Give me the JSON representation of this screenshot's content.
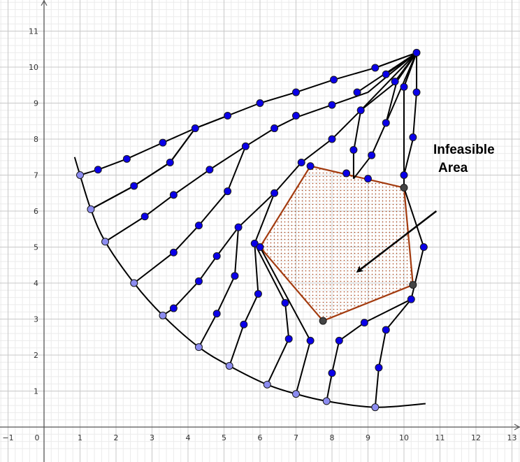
{
  "axes": {
    "x_ticks": [
      -1,
      0,
      1,
      2,
      3,
      4,
      5,
      6,
      7,
      8,
      9,
      10,
      11,
      12,
      13
    ],
    "y_ticks": [
      1,
      2,
      3,
      4,
      5,
      6,
      7,
      8,
      9,
      10,
      11
    ],
    "xlim": [
      -1.2,
      13.2
    ],
    "ylim": [
      -0.6,
      11.8
    ],
    "grid": true,
    "minor_per_unit": 5
  },
  "colors": {
    "grid_major": "#c8c8c8",
    "grid_minor": "#ebebeb",
    "axis": "#555555",
    "edge": "#000000",
    "node_blue": "#0a00e8",
    "node_light": "#8c8cf0",
    "node_dark": "#444444",
    "region_edge": "#a33b0f",
    "region_dots": "#a33b0f"
  },
  "annotation": {
    "line1": "Infeasible",
    "line2": "Area",
    "arrow_from": [
      10.9,
      6.0
    ],
    "arrow_to": [
      8.75,
      4.35
    ]
  },
  "chart_data": {
    "type": "diagram",
    "infeasible_polygon": [
      [
        7.4,
        7.25
      ],
      [
        10.0,
        6.65
      ],
      [
        10.25,
        3.95
      ],
      [
        7.75,
        2.95
      ],
      [
        6.0,
        5.0
      ]
    ],
    "outer_arc": [
      [
        0.85,
        7.5
      ],
      [
        1.0,
        7.0
      ],
      [
        1.3,
        6.05
      ],
      [
        1.7,
        5.15
      ],
      [
        2.5,
        4.0
      ],
      [
        3.3,
        3.1
      ],
      [
        4.3,
        2.22
      ],
      [
        5.15,
        1.7
      ],
      [
        6.2,
        1.18
      ],
      [
        7.0,
        0.92
      ],
      [
        7.85,
        0.72
      ],
      [
        9.2,
        0.55
      ],
      [
        10.6,
        0.65
      ]
    ],
    "apex": [
      10.35,
      10.4
    ],
    "paths": [
      [
        [
          1.0,
          7.0
        ],
        [
          1.5,
          7.15
        ],
        [
          2.3,
          7.45
        ],
        [
          3.3,
          7.9
        ],
        [
          4.2,
          8.3
        ],
        [
          5.1,
          8.65
        ],
        [
          6.0,
          9.0
        ],
        [
          7.0,
          9.3
        ],
        [
          8.05,
          9.65
        ],
        [
          9.2,
          9.98
        ],
        [
          10.35,
          10.4
        ]
      ],
      [
        [
          1.3,
          6.05
        ],
        [
          2.5,
          6.7
        ],
        [
          3.5,
          7.35
        ],
        [
          4.2,
          8.3
        ]
      ],
      [
        [
          1.3,
          6.05
        ],
        [
          2.5,
          6.7
        ],
        [
          3.5,
          7.35
        ],
        [
          4.2,
          8.3
        ]
      ],
      [
        [
          1.3,
          6.05
        ],
        [
          2.5,
          6.7
        ],
        [
          3.5,
          7.35
        ],
        [
          4.2,
          8.3
        ],
        [
          5.1,
          8.65
        ]
      ],
      [
        [
          1.7,
          5.15
        ],
        [
          2.8,
          5.85
        ],
        [
          3.6,
          6.45
        ],
        [
          4.6,
          7.15
        ],
        [
          5.6,
          7.8
        ],
        [
          6.4,
          8.3
        ],
        [
          7.0,
          8.6
        ],
        [
          8.0,
          8.95
        ],
        [
          9.0,
          9.3
        ],
        [
          9.6,
          9.8
        ],
        [
          10.35,
          10.4
        ]
      ],
      [
        [
          2.5,
          4.0
        ],
        [
          3.6,
          4.85
        ],
        [
          4.3,
          5.6
        ],
        [
          5.1,
          6.55
        ],
        [
          5.6,
          7.8
        ]
      ],
      [
        [
          3.3,
          3.1
        ],
        [
          3.6,
          3.3
        ],
        [
          4.3,
          4.05
        ],
        [
          4.8,
          4.75
        ],
        [
          5.4,
          5.55
        ],
        [
          6.4,
          6.5
        ],
        [
          7.15,
          7.35
        ],
        [
          8.0,
          8.0
        ],
        [
          8.8,
          8.8
        ],
        [
          9.8,
          9.6
        ],
        [
          10.35,
          10.4
        ]
      ],
      [
        [
          4.3,
          2.22
        ],
        [
          4.8,
          3.15
        ],
        [
          5.3,
          4.2
        ],
        [
          5.4,
          5.55
        ]
      ],
      [
        [
          5.15,
          1.7
        ],
        [
          5.55,
          2.85
        ],
        [
          5.95,
          3.7
        ],
        [
          5.85,
          5.1
        ],
        [
          6.4,
          6.5
        ]
      ],
      [
        [
          6.2,
          1.18
        ],
        [
          6.8,
          2.45
        ],
        [
          6.7,
          3.45
        ],
        [
          5.85,
          5.1
        ]
      ],
      [
        [
          7.0,
          0.92
        ],
        [
          7.4,
          2.4
        ],
        [
          6.0,
          5.0
        ]
      ],
      [
        [
          7.85,
          0.72
        ],
        [
          8.0,
          1.5
        ],
        [
          8.2,
          2.4
        ],
        [
          8.9,
          2.9
        ],
        [
          10.2,
          3.55
        ]
      ],
      [
        [
          9.2,
          0.55
        ],
        [
          9.3,
          1.65
        ],
        [
          9.5,
          2.7
        ],
        [
          10.2,
          3.55
        ]
      ],
      [
        [
          10.2,
          3.55
        ],
        [
          10.55,
          5.0
        ],
        [
          10.0,
          6.65
        ]
      ],
      [
        [
          10.0,
          7.0
        ],
        [
          10.25,
          8.0
        ],
        [
          10.35,
          9.3
        ],
        [
          10.35,
          10.4
        ]
      ],
      [
        [
          10.0,
          7.0
        ],
        [
          10.0,
          9.45
        ],
        [
          10.35,
          10.4
        ]
      ],
      [
        [
          8.6,
          6.9
        ],
        [
          8.6,
          7.65
        ],
        [
          8.8,
          8.8
        ]
      ],
      [
        [
          9.1,
          7.55
        ],
        [
          9.5,
          8.45
        ],
        [
          9.8,
          9.6
        ]
      ],
      [
        [
          8.6,
          6.9
        ],
        [
          9.1,
          7.55
        ]
      ],
      [
        [
          10.0,
          6.65
        ],
        [
          10.0,
          7.0
        ]
      ]
    ],
    "nodes_blue": [
      [
        1.5,
        7.15
      ],
      [
        2.3,
        7.45
      ],
      [
        3.3,
        7.9
      ],
      [
        4.2,
        8.3
      ],
      [
        5.1,
        8.65
      ],
      [
        6.0,
        9.0
      ],
      [
        7.0,
        9.3
      ],
      [
        8.05,
        9.65
      ],
      [
        9.2,
        9.98
      ],
      [
        9.5,
        9.8
      ],
      [
        9.75,
        9.6
      ],
      [
        10.35,
        10.4
      ],
      [
        8.7,
        9.3
      ],
      [
        10.0,
        9.45
      ],
      [
        10.35,
        9.3
      ],
      [
        8.8,
        8.8
      ],
      [
        9.5,
        8.45
      ],
      [
        10.25,
        8.05
      ],
      [
        8.6,
        7.7
      ],
      [
        9.1,
        7.55
      ],
      [
        10.0,
        7.0
      ],
      [
        8.0,
        8.0
      ],
      [
        7.0,
        8.65
      ],
      [
        8.0,
        8.95
      ],
      [
        6.4,
        8.3
      ],
      [
        5.6,
        7.8
      ],
      [
        4.6,
        7.15
      ],
      [
        3.5,
        7.35
      ],
      [
        2.5,
        6.7
      ],
      [
        2.8,
        5.85
      ],
      [
        3.6,
        6.45
      ],
      [
        7.15,
        7.35
      ],
      [
        6.4,
        6.5
      ],
      [
        5.1,
        6.55
      ],
      [
        4.3,
        5.6
      ],
      [
        5.4,
        5.55
      ],
      [
        3.6,
        4.85
      ],
      [
        4.8,
        4.75
      ],
      [
        5.85,
        5.1
      ],
      [
        6.0,
        5.0
      ],
      [
        4.3,
        4.05
      ],
      [
        5.3,
        4.2
      ],
      [
        5.95,
        3.7
      ],
      [
        3.6,
        3.3
      ],
      [
        4.8,
        3.15
      ],
      [
        6.7,
        3.45
      ],
      [
        5.55,
        2.85
      ],
      [
        6.8,
        2.45
      ],
      [
        7.4,
        2.4
      ],
      [
        8.2,
        2.4
      ],
      [
        8.9,
        2.9
      ],
      [
        9.5,
        2.7
      ],
      [
        9.3,
        1.65
      ],
      [
        8.0,
        1.5
      ],
      [
        10.2,
        3.55
      ],
      [
        10.55,
        5.0
      ],
      [
        7.4,
        7.25
      ],
      [
        8.4,
        7.05
      ],
      [
        9.0,
        6.9
      ]
    ],
    "nodes_light": [
      [
        1.0,
        7.0
      ],
      [
        1.3,
        6.05
      ],
      [
        1.7,
        5.15
      ],
      [
        2.5,
        4.0
      ],
      [
        3.3,
        3.1
      ],
      [
        4.3,
        2.22
      ],
      [
        5.15,
        1.7
      ],
      [
        6.2,
        1.18
      ],
      [
        7.0,
        0.92
      ],
      [
        7.85,
        0.72
      ],
      [
        9.2,
        0.55
      ]
    ],
    "nodes_dark": [
      [
        10.0,
        6.65
      ],
      [
        10.25,
        3.95
      ],
      [
        7.75,
        2.95
      ]
    ]
  }
}
